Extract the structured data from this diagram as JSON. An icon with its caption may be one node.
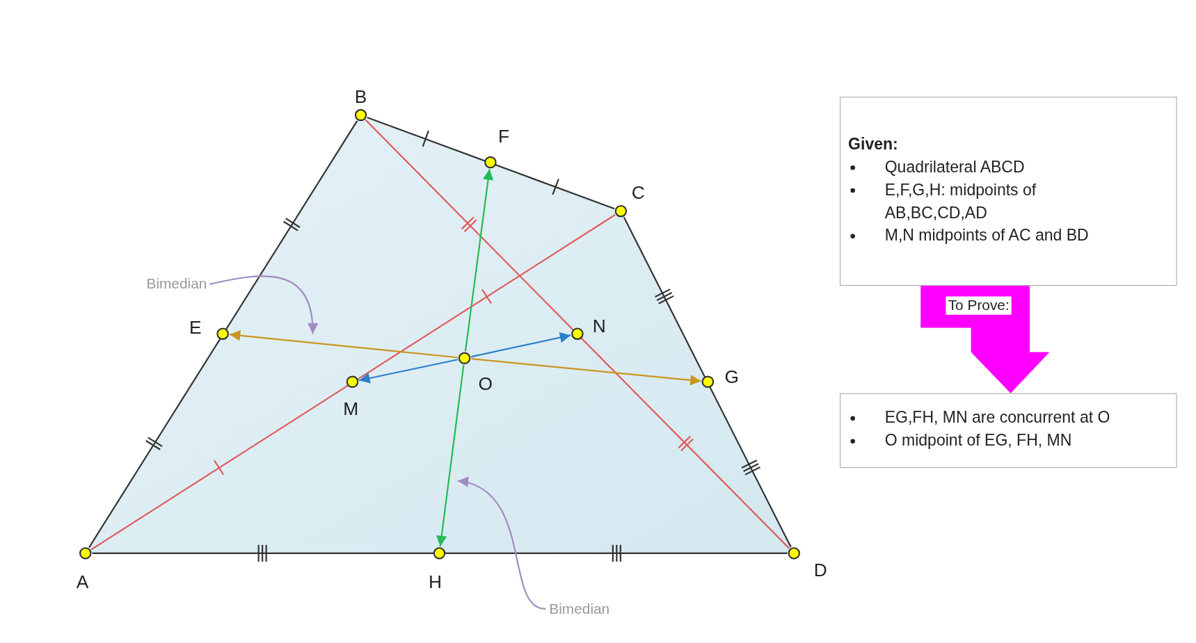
{
  "diagram": {
    "nodes": [
      {
        "text": [
          "A"
        ]
      },
      {
        "text": [
          "B"
        ]
      },
      {
        "text": [
          "C"
        ]
      },
      {
        "text": [
          "D"
        ]
      },
      {
        "text": [
          "E"
        ]
      },
      {
        "text": [
          "F"
        ]
      },
      {
        "text": [
          "G"
        ]
      },
      {
        "text": [
          "H"
        ]
      },
      {
        "text": [
          "M"
        ]
      },
      {
        "text": [
          "N"
        ]
      },
      {
        "text": [
          "O"
        ]
      },
      {
        "text": [
          "Given:",
          "Quadrilateral ABCD",
          "E,F,G,H: midpoints of AB,BC,CD,AD",
          "M,N midpoints of AC and BD"
        ]
      },
      {
        "text": [
          "EG,FH, MN are concurrent at O",
          "O midpoint of EG, FH, MN"
        ]
      },
      {
        "text": [
          "Bimedian"
        ]
      },
      {
        "text": [
          "Bimedian"
        ]
      }
    ],
    "edges": [
      {
        "from": 0,
        "to": 1,
        "arrow": "none"
      },
      {
        "from": 1,
        "to": 2,
        "arrow": "none"
      },
      {
        "from": 2,
        "to": 3,
        "arrow": "none"
      },
      {
        "from": 0,
        "to": 3,
        "arrow": "none"
      },
      {
        "from": 0,
        "to": 2,
        "arrow": "none",
        "color": "#e05a5a"
      },
      {
        "from": 1,
        "to": 3,
        "arrow": "none",
        "color": "#e05a5a"
      },
      {
        "from": 10,
        "to": 4,
        "arrow": "to",
        "color": "#c8961e"
      },
      {
        "from": 10,
        "to": 6,
        "arrow": "to",
        "color": "#c8961e"
      },
      {
        "from": 10,
        "to": 5,
        "arrow": "to",
        "color": "#22bb55"
      },
      {
        "from": 10,
        "to": 7,
        "arrow": "to",
        "color": "#22bb55"
      },
      {
        "from": 10,
        "to": 8,
        "arrow": "to",
        "color": "#2a7fc8"
      },
      {
        "from": 10,
        "to": 9,
        "arrow": "to",
        "color": "#2a7fc8"
      },
      {
        "from": 13,
        "to": null,
        "arrow": "to",
        "color": "#a08cc0"
      },
      {
        "from": 14,
        "to": null,
        "arrow": "to",
        "color": "#a08cc0"
      },
      {
        "from": 11,
        "to": 12,
        "arrow": "to",
        "label": "To Prove:",
        "style": "thick",
        "color": "#ff00ff"
      }
    ]
  }
}
